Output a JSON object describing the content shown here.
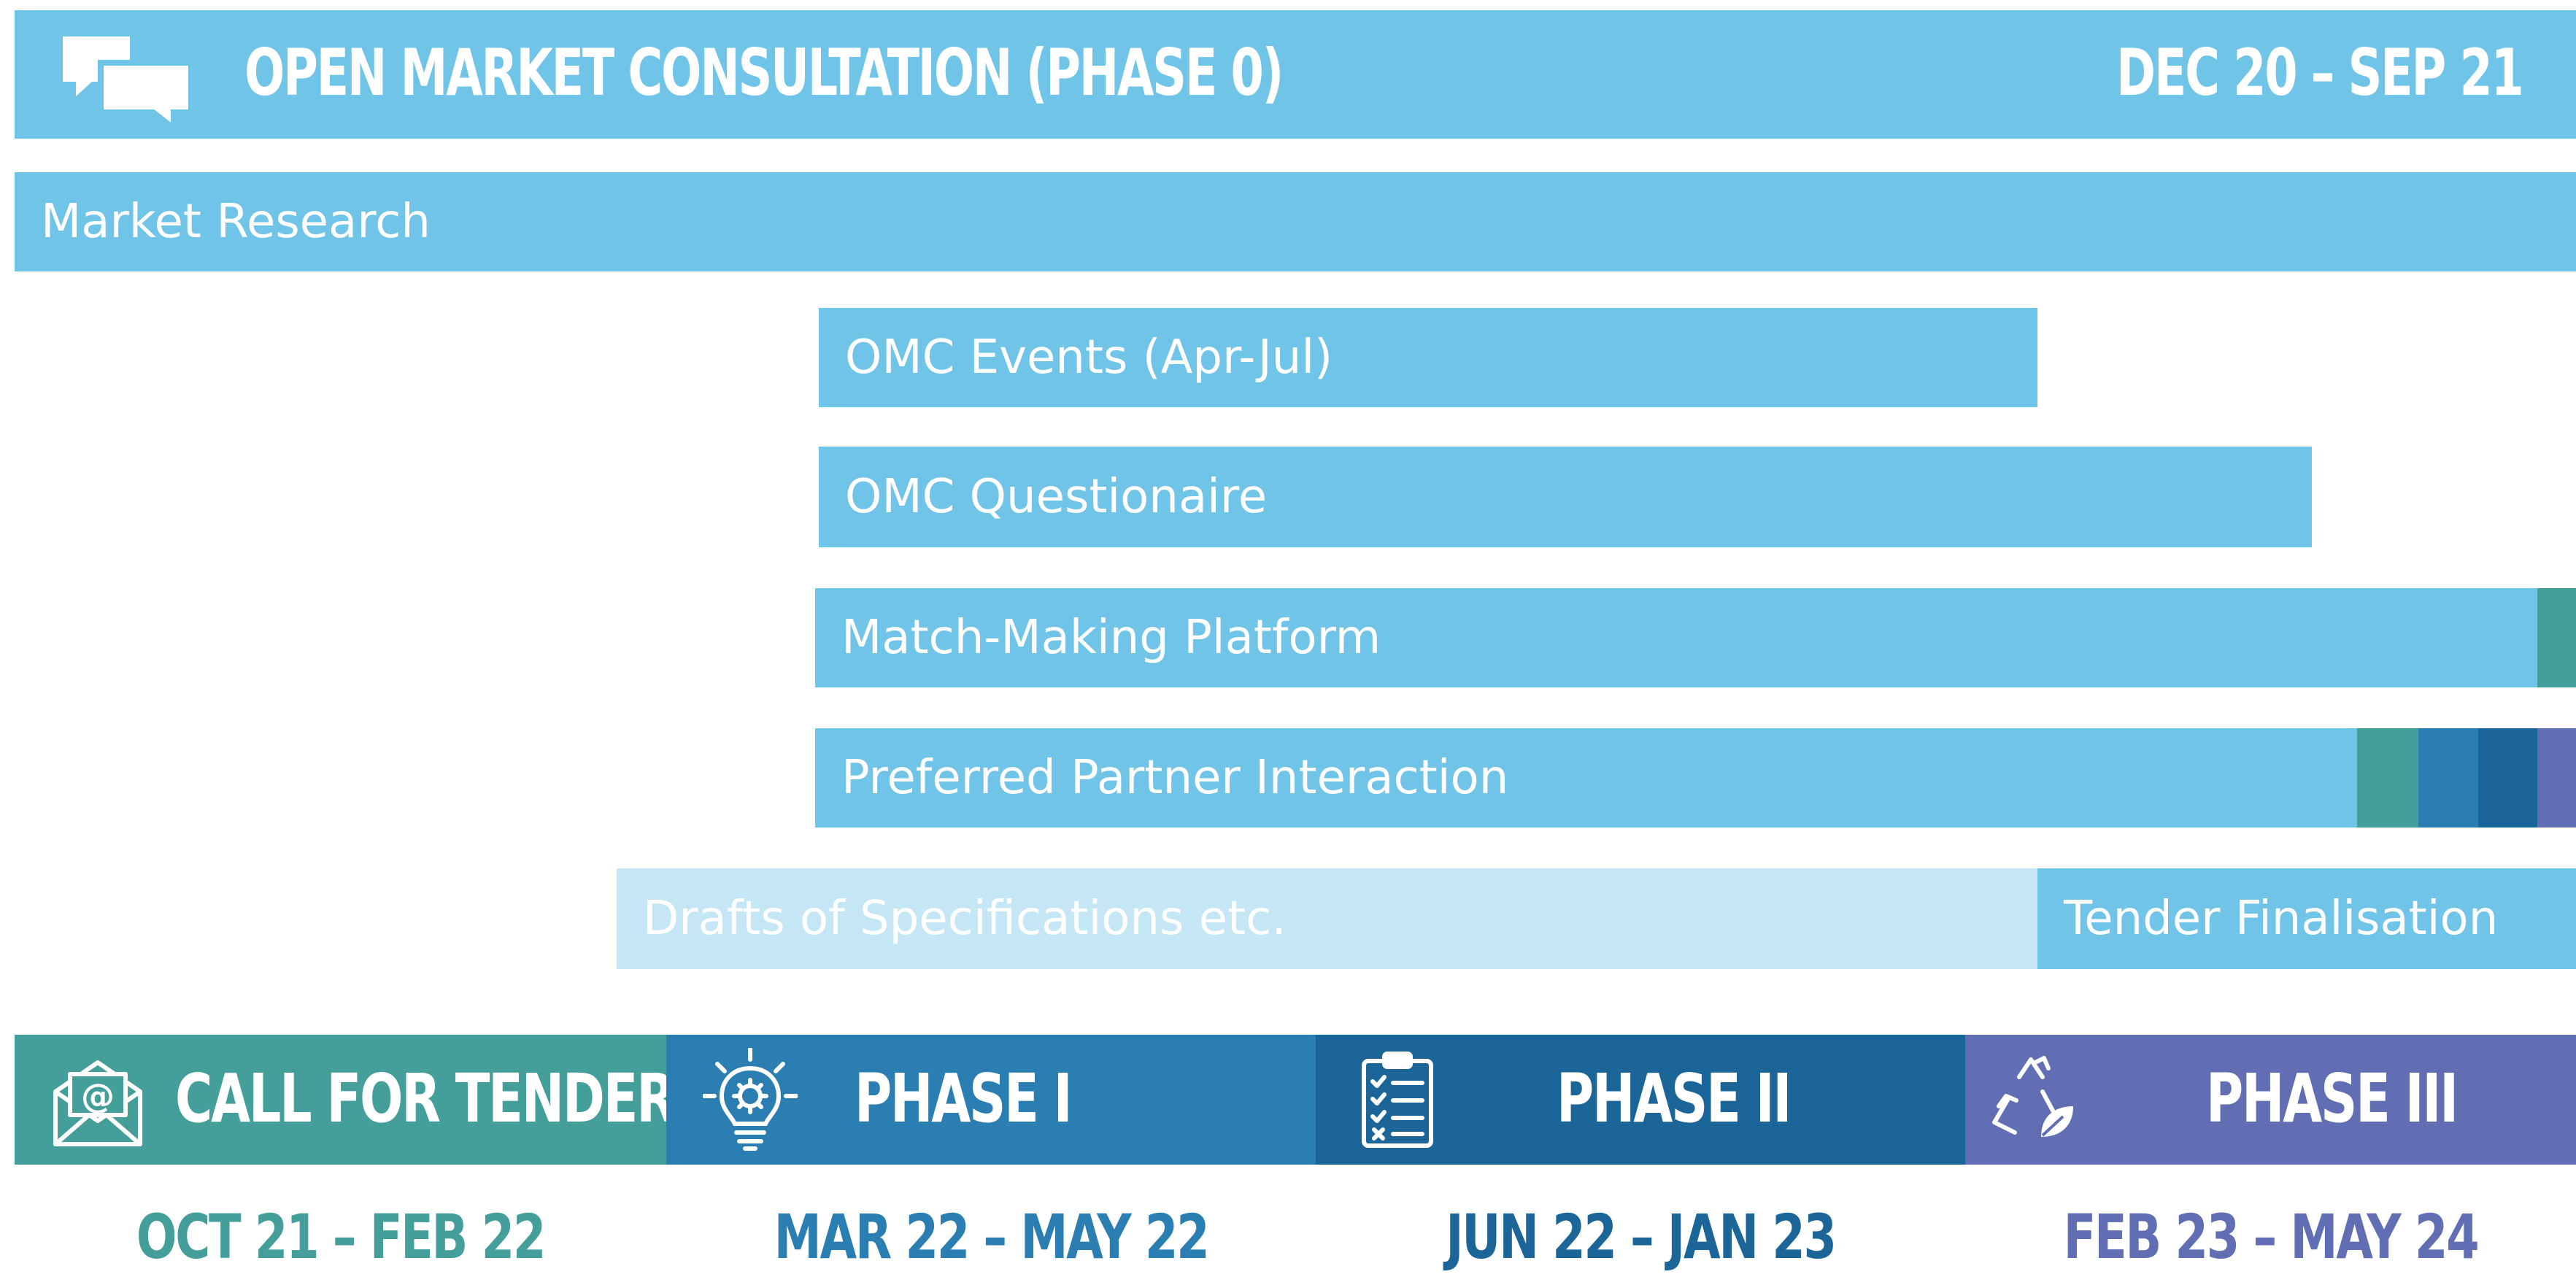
{
  "header": {
    "title": "OPEN MARKET CONSULTATION (PHASE 0)",
    "dates": "DEC 20 – SEP 21",
    "icon": "chat-bubbles-icon"
  },
  "activities": [
    {
      "label": "Market Research"
    },
    {
      "label": "OMC Events (Apr-Jul)"
    },
    {
      "label": "OMC Questionaire"
    },
    {
      "label": "Match-Making Platform"
    },
    {
      "label": "Preferred Partner Interaction"
    },
    {
      "label": "Drafts of Specifications etc."
    },
    {
      "label": "Tender Finalisation"
    }
  ],
  "phases": [
    {
      "label": "CALL FOR TENDER",
      "dates": "OCT 21 – FEB 22",
      "color": "#449e9a",
      "icon": "mail-at-icon"
    },
    {
      "label": "PHASE I",
      "dates": "MAR 22 – MAY 22",
      "color": "#2b7eb1",
      "icon": "lightbulb-gear-icon"
    },
    {
      "label": "PHASE II",
      "dates": "JUN 22 – JAN 23",
      "color": "#1b6599",
      "icon": "clipboard-checklist-icon"
    },
    {
      "label": "PHASE III",
      "dates": "FEB 23 – MAY 24",
      "color": "#616eb3",
      "icon": "recycle-leaf-icon"
    }
  ],
  "colors": {
    "primary": "#70c4e8",
    "light": "#c5e7f5",
    "text": "#ffffff"
  }
}
